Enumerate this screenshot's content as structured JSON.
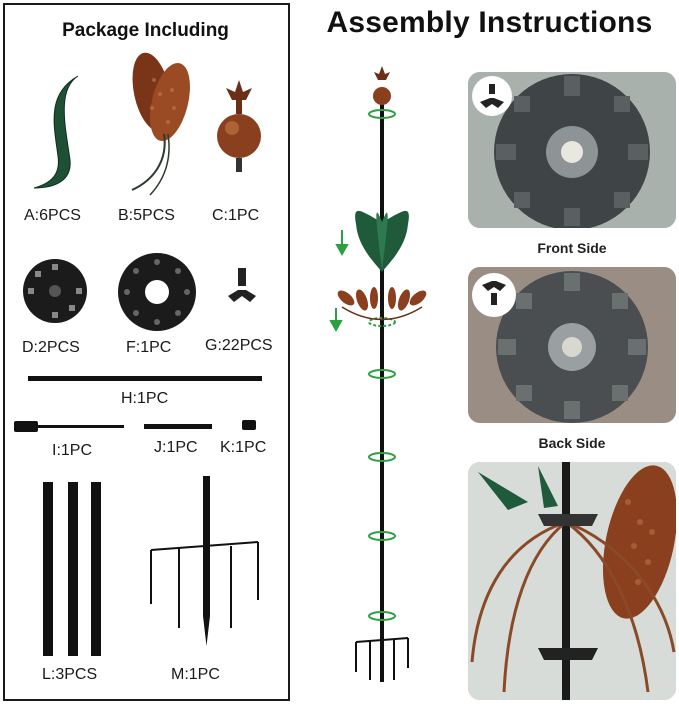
{
  "title": "Assembly Instructions",
  "package": {
    "title": "Package Including",
    "items": [
      {
        "label": "A:6PCS",
        "icon": "green-blade-icon"
      },
      {
        "label": "B:5PCS",
        "icon": "copper-leaf-cup-icon"
      },
      {
        "label": "C:1PC",
        "icon": "fleur-de-lis-finial-icon"
      },
      {
        "label": "D:2PCS",
        "icon": "small-hub-disc-icon"
      },
      {
        "label": "F:1PC",
        "icon": "large-hub-disc-icon"
      },
      {
        "label": "G:22PCS",
        "icon": "wing-nut-screw-icon"
      },
      {
        "label": "H:1PC",
        "icon": "long-rod-icon"
      },
      {
        "label": "I:1PC",
        "icon": "rod-with-end-icon"
      },
      {
        "label": "J:1PC",
        "icon": "short-rod-icon"
      },
      {
        "label": "K:1PC",
        "icon": "connector-icon"
      },
      {
        "label": "L:3PCS",
        "icon": "pole-sections-icon"
      },
      {
        "label": "M:1PC",
        "icon": "ground-stake-icon"
      }
    ]
  },
  "photos": [
    {
      "caption": "Front Side",
      "icon": "front-hub-photo"
    },
    {
      "caption": "Back Side",
      "icon": "back-hub-photo"
    },
    {
      "caption": "",
      "icon": "assembled-spinner-photo"
    }
  ],
  "colors": {
    "copper": "#8a3f1f",
    "green": "#1f5a3a",
    "accent_green": "#2aa043",
    "border": "#1a1a1a"
  }
}
